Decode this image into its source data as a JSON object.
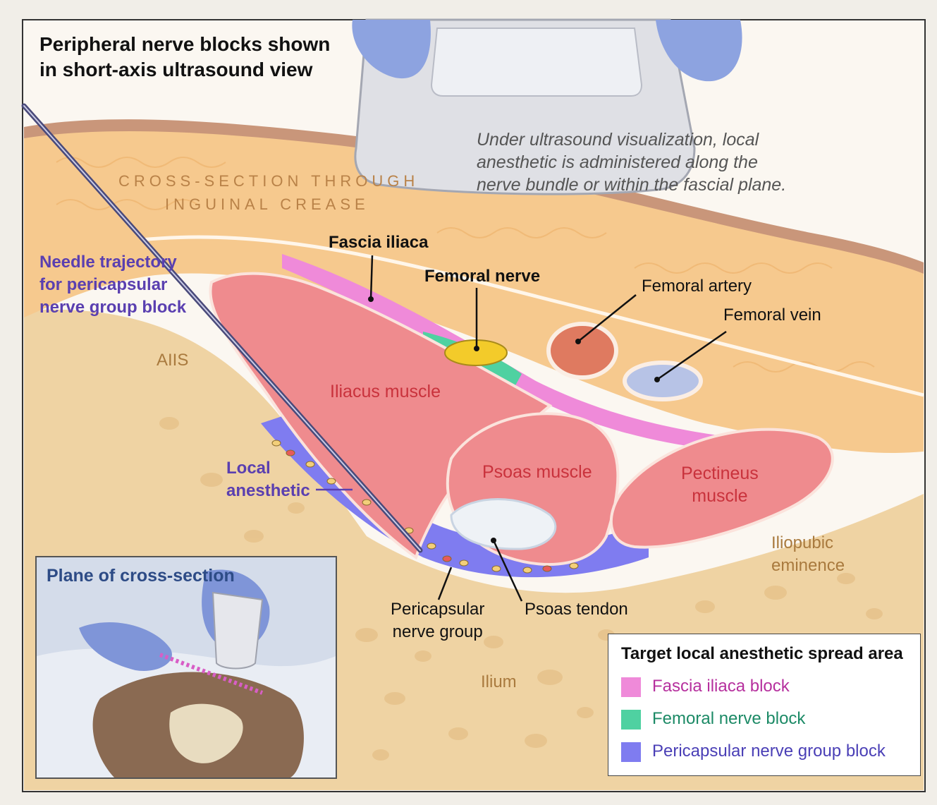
{
  "title_lines": [
    "Peripheral nerve blocks shown",
    "in short-axis ultrasound view"
  ],
  "note_lines": [
    "Under ultrasound visualization, local",
    "anesthetic is administered along the",
    "nerve bundle or within the fascial plane."
  ],
  "section_lines": [
    "CROSS-SECTION THROUGH",
    "INGUINAL CREASE"
  ],
  "labels": {
    "needle_trajectory": [
      "Needle trajectory",
      "for pericapsular",
      "nerve group block"
    ],
    "local_anesthetic": [
      "Local",
      "anesthetic"
    ],
    "fascia_iliaca": "Fascia iliaca",
    "femoral_nerve": "Femoral nerve",
    "femoral_artery": "Femoral artery",
    "femoral_vein": "Femoral vein",
    "aiis": "AIIS",
    "iliacus_muscle": "Iliacus muscle",
    "psoas_muscle": "Psoas muscle",
    "pectineus_muscle": [
      "Pectineus",
      "muscle"
    ],
    "iliopubic_eminence": [
      "Iliopubic",
      "eminence"
    ],
    "pericapsular_nerve_group": [
      "Pericapsular",
      "nerve group"
    ],
    "psoas_tendon": "Psoas tendon",
    "ilium": "Ilium"
  },
  "inset": {
    "title": "Plane of cross-section"
  },
  "legend": {
    "title": "Target local anesthetic spread area",
    "items": [
      {
        "label": "Fascia iliaca block",
        "color": "#ef8ad9",
        "text_color": "#b6309e"
      },
      {
        "label": "Femoral nerve block",
        "color": "#4fd1a1",
        "text_color": "#1c8a66"
      },
      {
        "label": "Pericapsular nerve group block",
        "color": "#7f7cf0",
        "text_color": "#4a3fb6"
      }
    ]
  },
  "colors": {
    "fat": "#f6c98e",
    "bone": "#f0d2a0",
    "muscle": "#ef8b8e",
    "fascia_iliaca_block": "#ef8ad9",
    "femoral_nerve_block": "#4fd1a1",
    "pericapsular_block": "#7f7cf0",
    "femoral_nerve": "#f3cb2a",
    "femoral_artery": "#df7a60",
    "femoral_vein": "#b7c3e6"
  }
}
